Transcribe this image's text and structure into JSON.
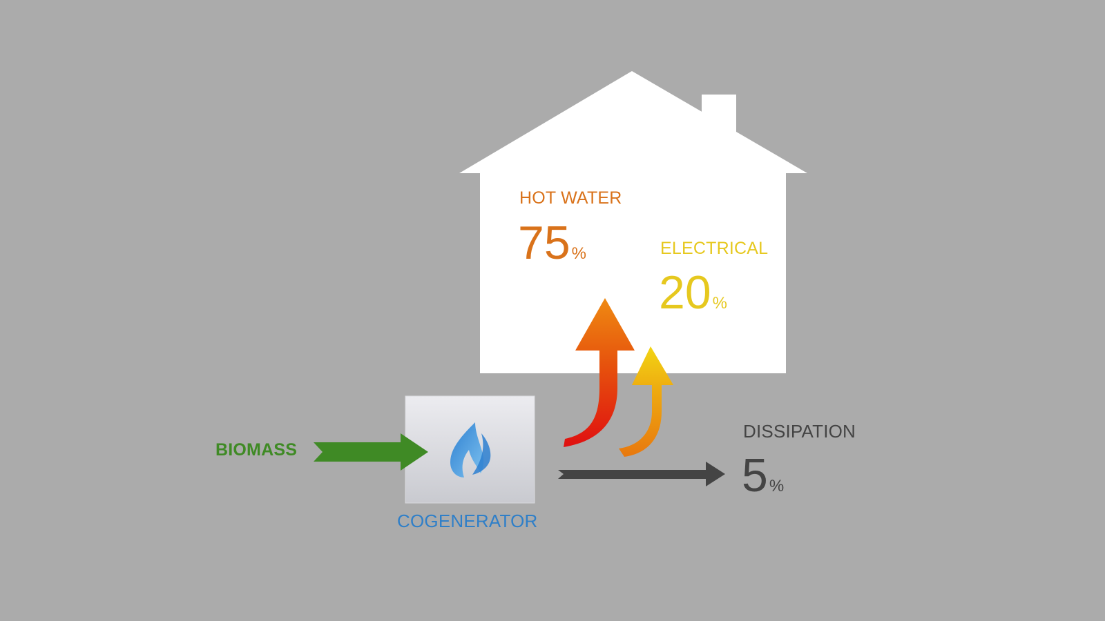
{
  "colors": {
    "background": "#ababab",
    "house": "#ffffff",
    "hot_water": "#d9721a",
    "electrical": "#e6c81e",
    "dissipation": "#444444",
    "biomass": "#3f8a25",
    "cogenerator": "#2f7fc8"
  },
  "icons": {
    "cogenerator": "flame-icon"
  },
  "flows": {
    "hot_water": {
      "label": "HOT WATER",
      "value": "75",
      "unit": "%"
    },
    "electrical": {
      "label": "ELECTRICAL",
      "value": "20",
      "unit": "%"
    },
    "dissipation": {
      "label": "DISSIPATION",
      "value": "5",
      "unit": "%"
    }
  },
  "input": {
    "label": "BIOMASS"
  },
  "unit": {
    "label": "COGENERATOR"
  }
}
